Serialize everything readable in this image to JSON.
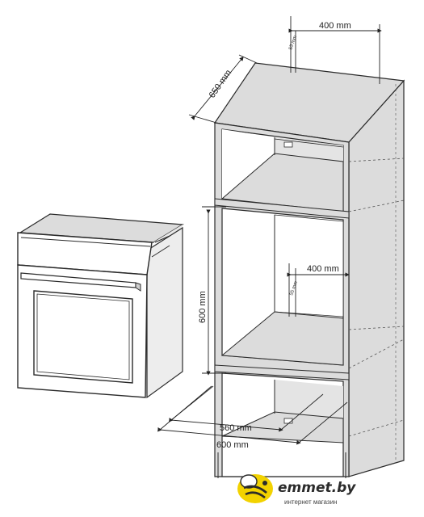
{
  "dimensions": {
    "top_width": "400 mm",
    "top_depth_small": "55 mm",
    "cabinet_depth": "650 mm",
    "niche_width": "400 mm",
    "niche_depth_small": "55 mm",
    "niche_height": "600 mm",
    "inner_width": "560 mm",
    "outer_width": "600 mm"
  },
  "brand": {
    "name": "emmet.by",
    "tagline": "интернет магазин"
  },
  "colors": {
    "cabinet_fill": "#dcdcdc",
    "cabinet_shadow": "#c4c4c4",
    "line": "#2a2a2a",
    "logo_yellow": "#f2d200"
  }
}
